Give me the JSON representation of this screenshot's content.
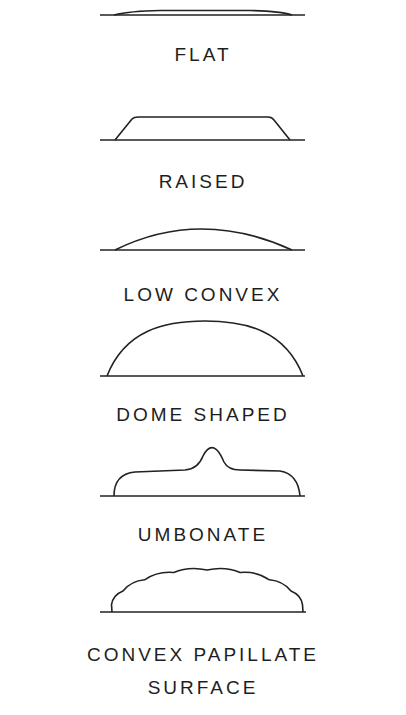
{
  "diagram": {
    "labels": [
      "FLAT",
      "RAISED",
      "LOW CONVEX",
      "DOME SHAPED",
      "UMBONATE",
      "CONVEX PAPILLATE SURFACE"
    ]
  }
}
